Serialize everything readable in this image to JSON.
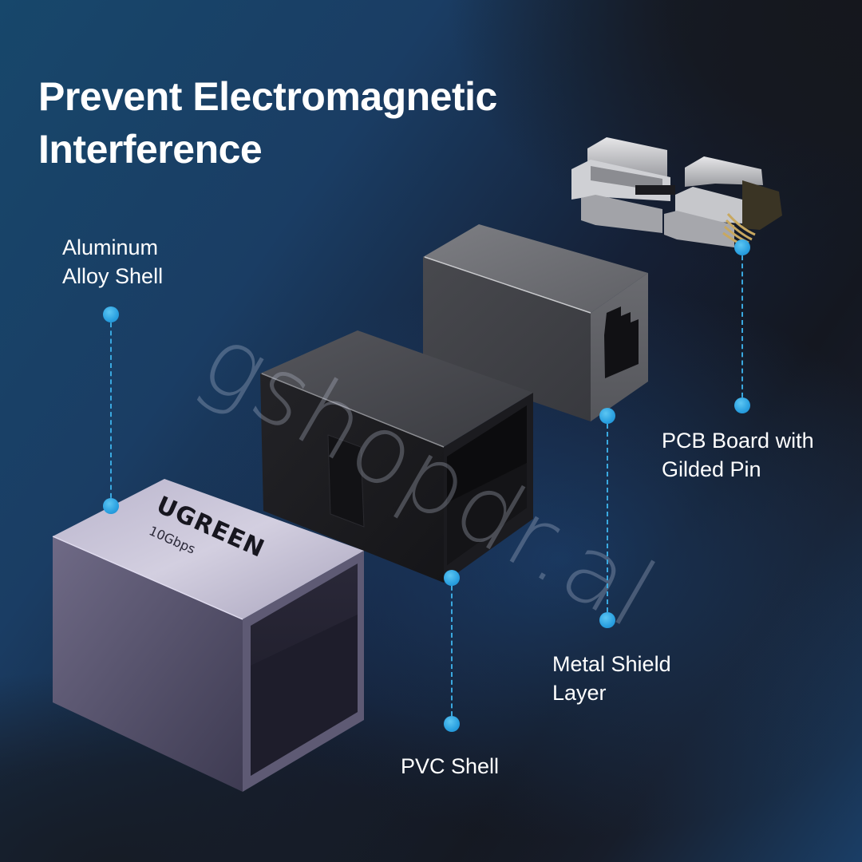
{
  "title": {
    "line1": "Prevent Electromagnetic",
    "line2": "Interference"
  },
  "callouts": [
    {
      "id": "aluminum-alloy-shell",
      "label": "Aluminum\nAlloy Shell"
    },
    {
      "id": "pcb-board",
      "label": "PCB Board with\nGilded Pin"
    },
    {
      "id": "metal-shield-layer",
      "label": "Metal Shield\nLayer"
    },
    {
      "id": "pvc-shell",
      "label": "PVC Shell"
    }
  ],
  "product": {
    "brand": "UGREEN",
    "speed": "10Gbps"
  },
  "watermark": "gshopdr.al",
  "colors": {
    "accent_dot": "#2aa0e0",
    "leader_line": "#3aa9e0",
    "text": "#ffffff",
    "bg_blue": "#17476b",
    "bg_dark": "#141720"
  }
}
